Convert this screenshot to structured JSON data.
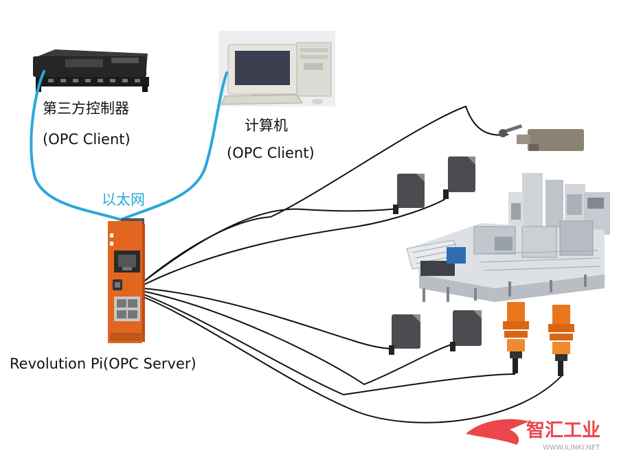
{
  "labels": {
    "third_party_controller": "第三方控制器",
    "third_party_controller_role": "(OPC Client)",
    "computer": "计算机",
    "computer_role": "(OPC Client)",
    "ethernet": "以太网",
    "revpi": "Revolution Pi(OPC Server)"
  },
  "watermark": {
    "text": "智汇工业",
    "url": "WWW.ILINKI.NET"
  },
  "colors": {
    "ethernet_cable": "#2aa7dc",
    "signal_cable": "#111111",
    "revpi_orange": "#e2661f",
    "watermark_red": "#e8262c"
  }
}
